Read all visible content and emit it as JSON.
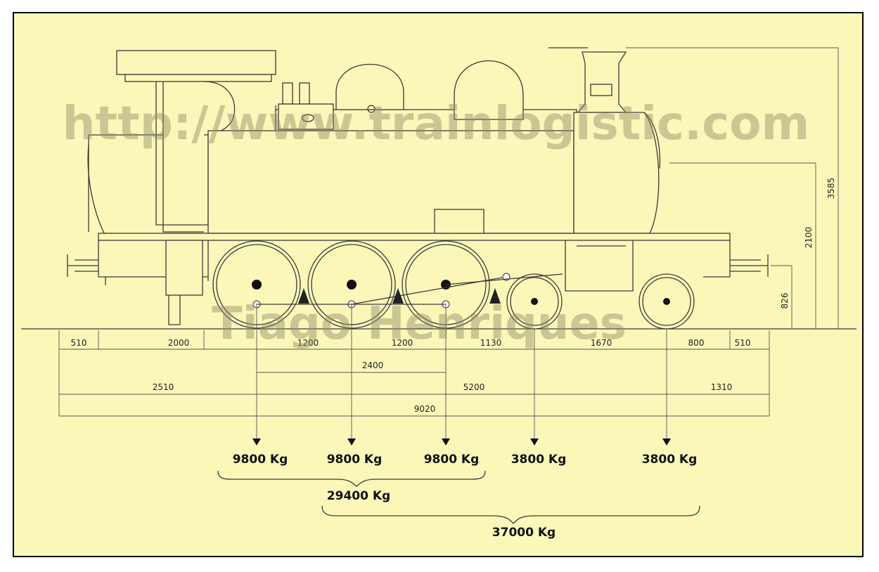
{
  "watermark": {
    "url": "http://www.trainlogistic.com",
    "author": "Tiago Henriques"
  },
  "dimensions": {
    "horizontal_row1": [
      "510",
      "2000",
      "1200",
      "1200",
      "1130",
      "1670",
      "800",
      "510"
    ],
    "coupled_base": "2400",
    "row3": [
      "2510",
      "5200",
      "1310"
    ],
    "overall_length": "9020",
    "vertical": [
      "3585",
      "2100",
      "826"
    ]
  },
  "axle_loads": [
    "9800 Kg",
    "9800 Kg",
    "9800 Kg",
    "3800 Kg",
    "3800 Kg"
  ],
  "totals": {
    "coupled": "29400 Kg",
    "total": "37000 Kg"
  }
}
